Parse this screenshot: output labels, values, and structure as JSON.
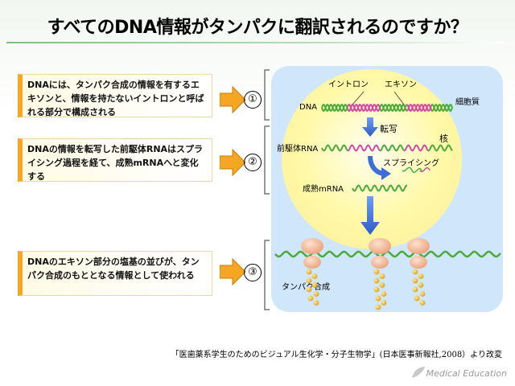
{
  "title": "すべてのDNA情報がタンパクに翻訳されるのですか？",
  "steps": [
    {
      "text": "DNAには、タンパク合成の情報を有するエキソンと、情報を持たないイントロンと呼ばれる部分で構成される",
      "number": "①"
    },
    {
      "text": "DNAの情報を転写した前駆体RNAはスプライシング過程を経て、成熟mRNAへと変化する",
      "number": "②"
    },
    {
      "text": "DNAのエキソン部分の塩基の並びが、タンパク合成のもととなる情報として使われる",
      "number": "③"
    }
  ],
  "diagram": {
    "intron_label": "イントロン",
    "exon_label": "エキソン",
    "cytoplasm_label": "細胞質",
    "dna_label": "DNA",
    "transcription_label": "転写",
    "nucleus_label": "核",
    "pre_rna_label": "前駆体RNA",
    "splicing_label": "スプライシング",
    "mature_mrna_label": "成熟mRNA",
    "protein_synthesis_label": "タンパク合成"
  },
  "citation": "「医歯薬系学生のためのビジュアル生化学・分子生物学」(日本医事新報社,2008）より改変",
  "logo_text": "Medical Education",
  "colors": {
    "cytoplasm": "#cfe6fb",
    "nucleus": "#fffbb0",
    "arrow_blue": "#3b6fd6",
    "step_arrow": "#f5a623",
    "exon_green": "#4aaa3a",
    "intron_pink": "#d24aa4",
    "ribosome": "#f2b48c",
    "amino_acid": "#f0b030"
  }
}
